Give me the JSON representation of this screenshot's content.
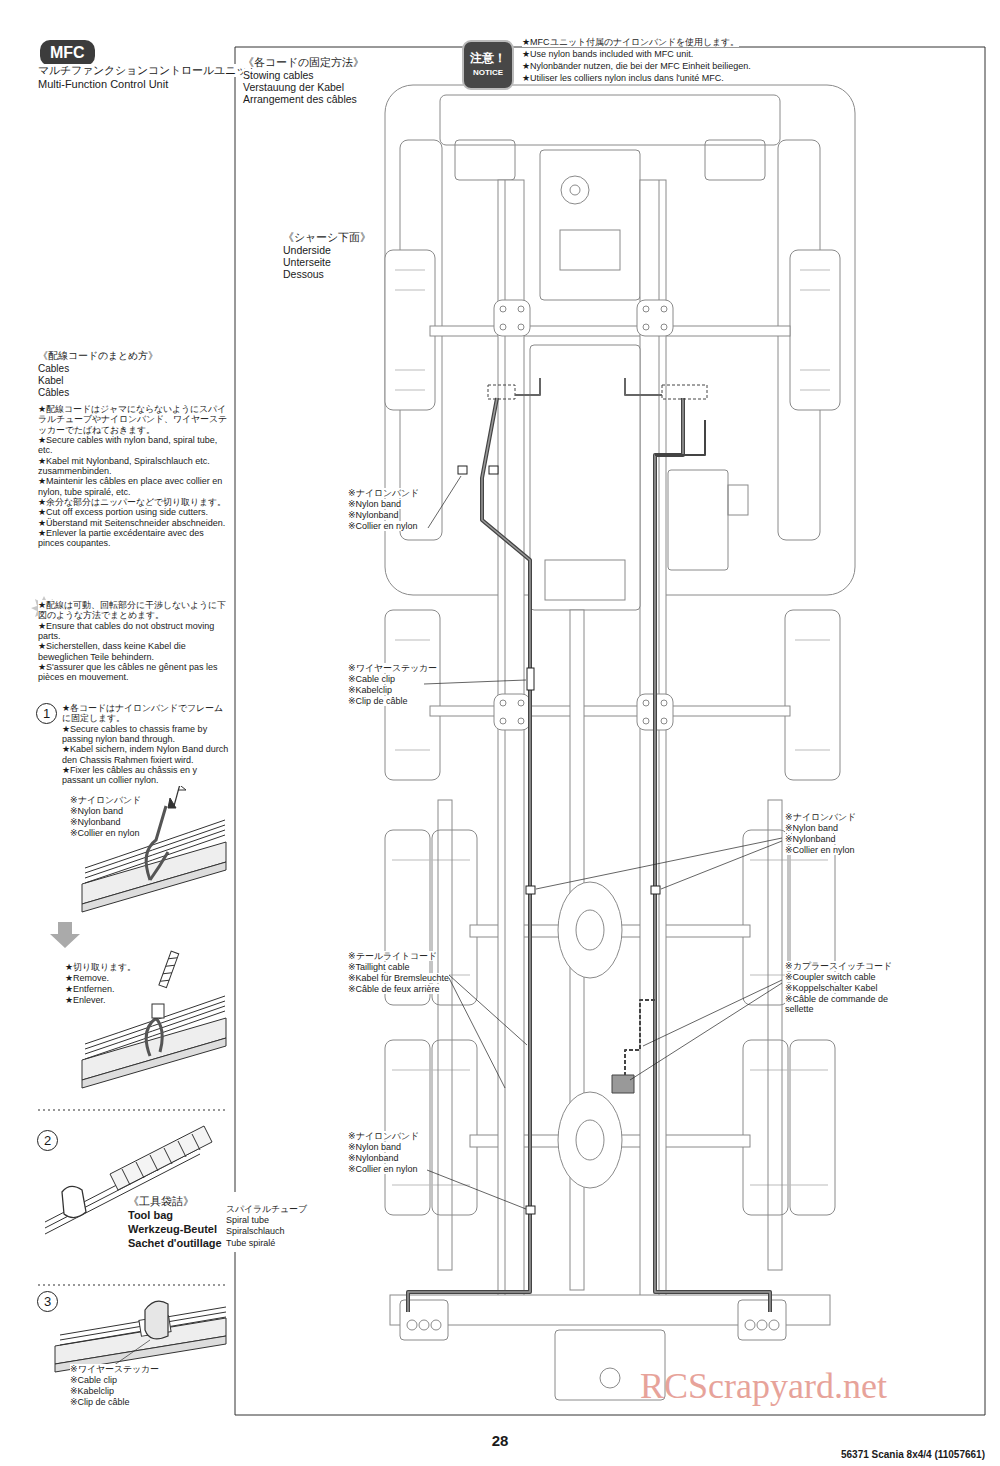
{
  "diagram": {
    "nodes": [
      {
        "text": [
          "MFC"
        ]
      },
      {
        "text": [
          "注意！",
          "NOTICE"
        ]
      },
      {
        "text": [
          "1"
        ]
      },
      {
        "text": [
          "2"
        ]
      },
      {
        "text": [
          "3"
        ]
      }
    ],
    "labels": [
      "マルチファンクションコントロールユニット",
      "Multi-Function Control Unit",
      "《配線コードのまとめ方》",
      "Cables",
      "Kabel",
      "Câbles",
      "★配線コードはジャマにならないようにスパイラルチューブやナイロンバンド、ワイヤーステッカーでたばねておきます。",
      "★Secure cables with nylon band, spiral tube, etc.",
      "★Kabel mit Nylonband, Spiralschlauch etc. zusammenbinden.",
      "★Maintenir les câbles en place avec collier en nylon, tube spiralé, etc.",
      "★余分な部分はニッパーなどで切り取ります。",
      "★Cut off excess portion using side cutters.",
      "★Überstand mit Seitenschneider abschneiden.",
      "★Enlever la partie excédentaire avec des pinces coupantes.",
      "★配線は可動、回転部分に干渉しないように下図のような方法でまとめます。",
      "★Ensure that cables do not obstruct moving parts.",
      "★Sicherstellen, dass keine Kabel die beweglichen Teile behindern.",
      "★S'assurer que les câbles ne gênent pas les pièces en mouvement.",
      "★各コードはナイロンバンドでフレームに固定します。",
      "★Secure cables to chassis frame by passing nylon band through.",
      "★Kabel sichern, indem Nylon Band durch den Chassis Rahmen fixiert wird.",
      "★Fixer les câbles au châssis en y passant un collier nylon.",
      "※ナイロンバンド",
      "※Nylon band",
      "※Nylonband",
      "※Collier en nylon",
      "★切り取ります。",
      "★Remove.",
      "★Entfernen.",
      "★Enlever.",
      "《工具袋詰》",
      "Tool bag",
      "Werkzeug-Beutel",
      "Sachet d'outillage",
      "スパイラルチューブ",
      "Spiral tube",
      "Spiralschlauch",
      "Tube spiralé",
      "※ワイヤーステッカー",
      "※Cable clip",
      "※Kabelclip",
      "※Clip de câble",
      "《各コードの固定方法》",
      "Stowing cables",
      "Verstauung der Kabel",
      "Arrangement des câbles",
      "★MFCユニット付属のナイロンバンドを使用します。",
      "★Use nylon bands included with MFC unit.",
      "★Nylonbänder nutzen, die bei der MFC Einheit beiliegen.",
      "★Utiliser les colliers nylon inclus dans l'unité MFC.",
      "《シャーシ下面》",
      "Underside",
      "Unterseite",
      "Dessous",
      "※ナイロンバンド",
      "※Nylon band",
      "※Nylonband",
      "※Collier en nylon",
      "※ワイヤーステッカー",
      "※Cable clip",
      "※Kabelclip",
      "※Clip de câble",
      "※ナイロンバンド",
      "※Nylon band",
      "※Nylonband",
      "※Collier en nylon",
      "※テールライトコード",
      "※Taillight cable",
      "※Kabel für Bremsleuchte",
      "※Câble de feux arrière",
      "※カプラースイッチコード",
      "※Coupler switch cable",
      "※Koppelschalter Kabel",
      "※Câble de commande de sellette",
      "※ナイロンバンド",
      "※Nylon band",
      "※Nylonband",
      "※Collier en nylon",
      "28",
      "56371 Scania 8x4/4 (11057661)",
      "RCScrapyard.net"
    ]
  }
}
